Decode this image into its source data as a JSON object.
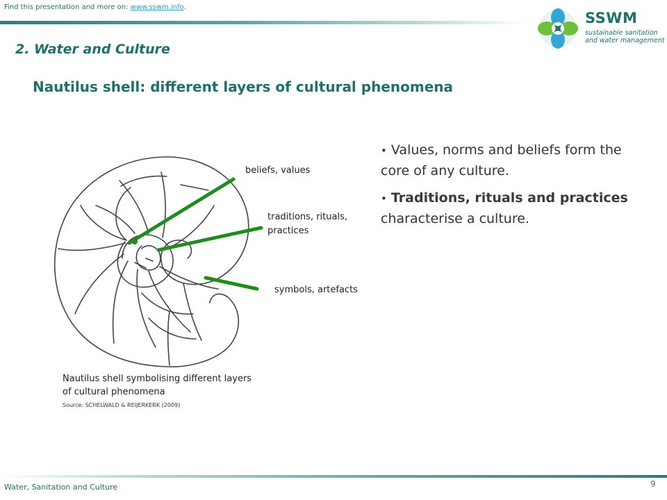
{
  "header": {
    "find_text": "Find this presentation  and more on: ",
    "link_text": "www.sswm.info",
    "link_suffix": "."
  },
  "logo": {
    "title": "SSWM",
    "subtitle_line1": "sustainable sanitation",
    "subtitle_line2": "and water management"
  },
  "section_title": "2. Water and Culture",
  "slide_title": "Nautilus shell: different layers of cultural phenomena",
  "figure": {
    "labels": {
      "beliefs": "beliefs, values",
      "traditions_line1": "traditions, rituals,",
      "traditions_line2": "practices",
      "symbols": "symbols, artefacts"
    },
    "caption_line1": "Nautilus shell symbolising different layers",
    "caption_line2": "of cultural phenomena",
    "source": "Source: SCHELWALD & REIJERKERK (2009)"
  },
  "bullets": {
    "b1": "Values, norms and beliefs form the core of any culture.",
    "b2_bold": "Traditions, rituals and practices",
    "b2_rest": " characterise a culture."
  },
  "footer": {
    "left": "Water, Sanitation and Culture",
    "page": "9"
  },
  "colors": {
    "primary": "#1f6f6a",
    "link": "#1f9fd0",
    "pointer_green": "#1e8c1e"
  }
}
